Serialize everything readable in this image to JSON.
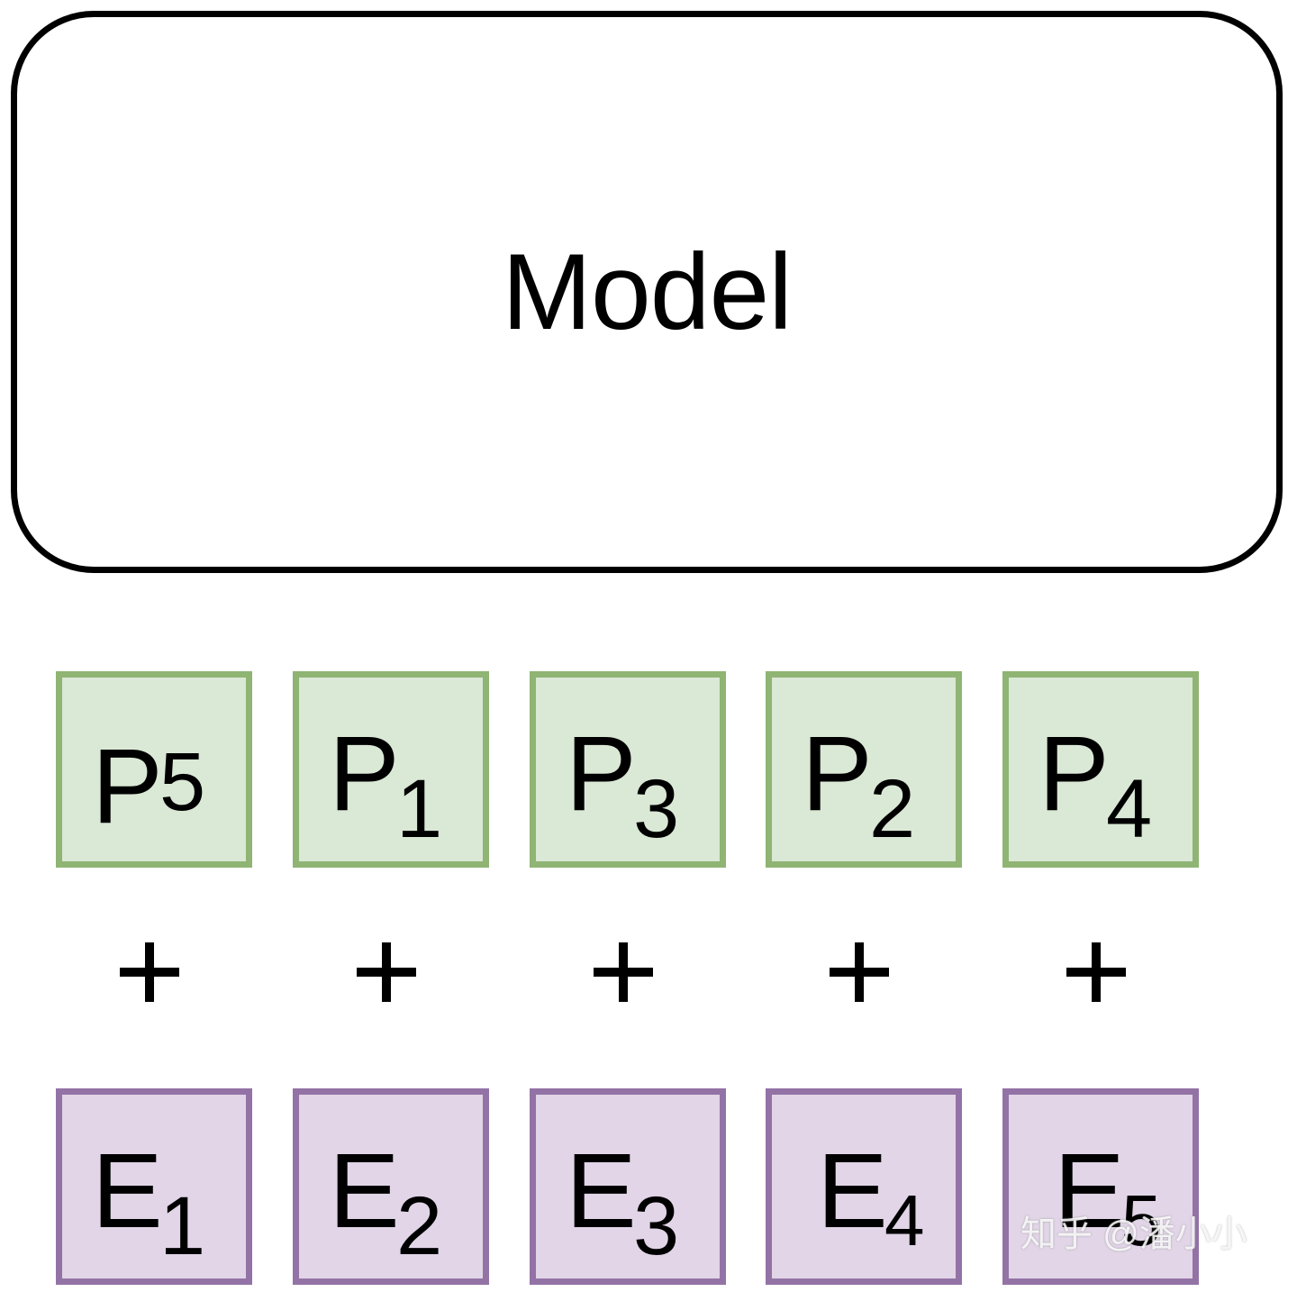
{
  "model": {
    "label": "Model"
  },
  "colors": {
    "p_fill": "#dae8d6",
    "p_border": "#8fb473",
    "e_fill": "#e1d5e7",
    "e_border": "#9373a6",
    "outline": "#000000"
  },
  "p_tokens": [
    {
      "letter": "P",
      "sub": "5"
    },
    {
      "letter": "P",
      "sub": "1"
    },
    {
      "letter": "P",
      "sub": "3"
    },
    {
      "letter": "P",
      "sub": "2"
    },
    {
      "letter": "P",
      "sub": "4"
    }
  ],
  "plus_signs": [
    "+",
    "+",
    "+",
    "+",
    "+"
  ],
  "e_tokens": [
    {
      "letter": "E",
      "sub": "1"
    },
    {
      "letter": "E",
      "sub": "2"
    },
    {
      "letter": "E",
      "sub": "3"
    },
    {
      "letter": "E",
      "sub": "4"
    },
    {
      "letter": "E",
      "sub": "5"
    }
  ],
  "watermark": "知乎 @潘小小"
}
